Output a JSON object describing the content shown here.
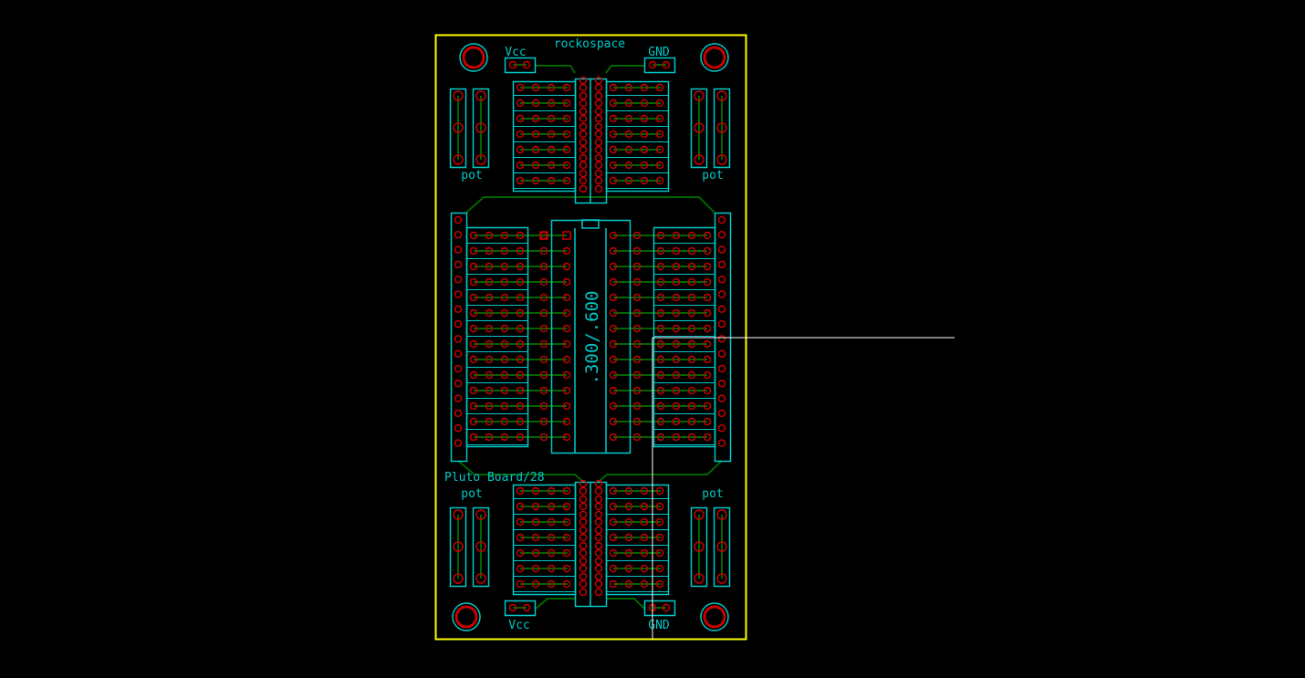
{
  "board": {
    "top_label": "rockospace",
    "bottom_label": "Pluto Board/28",
    "chip_label": ".300/.600",
    "pot_label": "pot",
    "vcc_label": "Vcc",
    "gnd_label": "GND"
  },
  "colors": {
    "outline": "#ffff00",
    "silkscreen": "#00c8c8",
    "pad": "#c80000",
    "trace": "#006400",
    "cursor": "#ffffff",
    "background": "#000000"
  }
}
